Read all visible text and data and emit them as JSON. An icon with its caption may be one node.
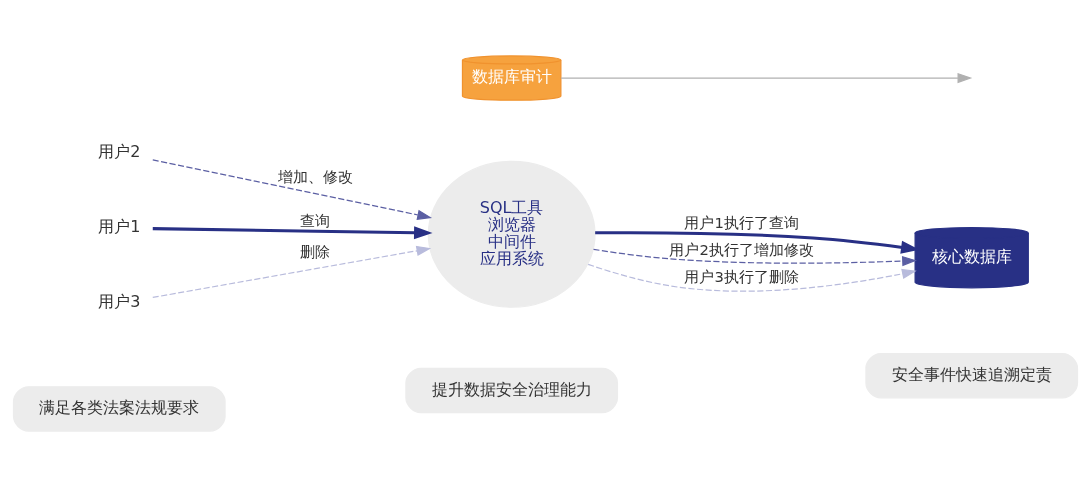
{
  "diagram": {
    "nodes": [
      {
        "text": [
          "用户1"
        ]
      },
      {
        "text": [
          "用户2"
        ]
      },
      {
        "text": [
          "用户3"
        ]
      },
      {
        "text": [
          "SQL工具",
          "浏览器",
          "中间件",
          "应用系统"
        ]
      },
      {
        "text": [
          "数据库审计"
        ]
      },
      {
        "text": [
          "核心数据库"
        ]
      },
      {
        "text": [
          "满足各类法案法规要求"
        ]
      },
      {
        "text": [
          "提升数据安全治理能力"
        ]
      },
      {
        "text": [
          "安全事件快速追溯定责"
        ]
      }
    ],
    "edges": [
      {
        "from": 0,
        "to": 3,
        "arrow": "to",
        "label": "查询",
        "style": "thick",
        "color": "#283085"
      },
      {
        "from": 1,
        "to": 3,
        "arrow": "to",
        "label": "增加、修改",
        "style": "dashed",
        "color": "#5b5fa3"
      },
      {
        "from": 2,
        "to": 3,
        "arrow": "to",
        "label": "删除",
        "style": "dashed",
        "color": "#b8bbdc"
      },
      {
        "from": 4,
        "to": null,
        "arrow": "to",
        "color": "#b0b0b0"
      },
      {
        "from": 3,
        "to": 5,
        "arrow": "to",
        "label": "用户1执行了查询",
        "style": "thick",
        "color": "#283085"
      },
      {
        "from": 3,
        "to": 5,
        "arrow": "to",
        "label": "用户2执行了增加修改",
        "style": "dashed",
        "color": "#5b5fa3"
      },
      {
        "from": 3,
        "to": 5,
        "arrow": "to",
        "label": "用户3执行了删除",
        "style": "dashed",
        "color": "#b8bbdc"
      }
    ]
  }
}
